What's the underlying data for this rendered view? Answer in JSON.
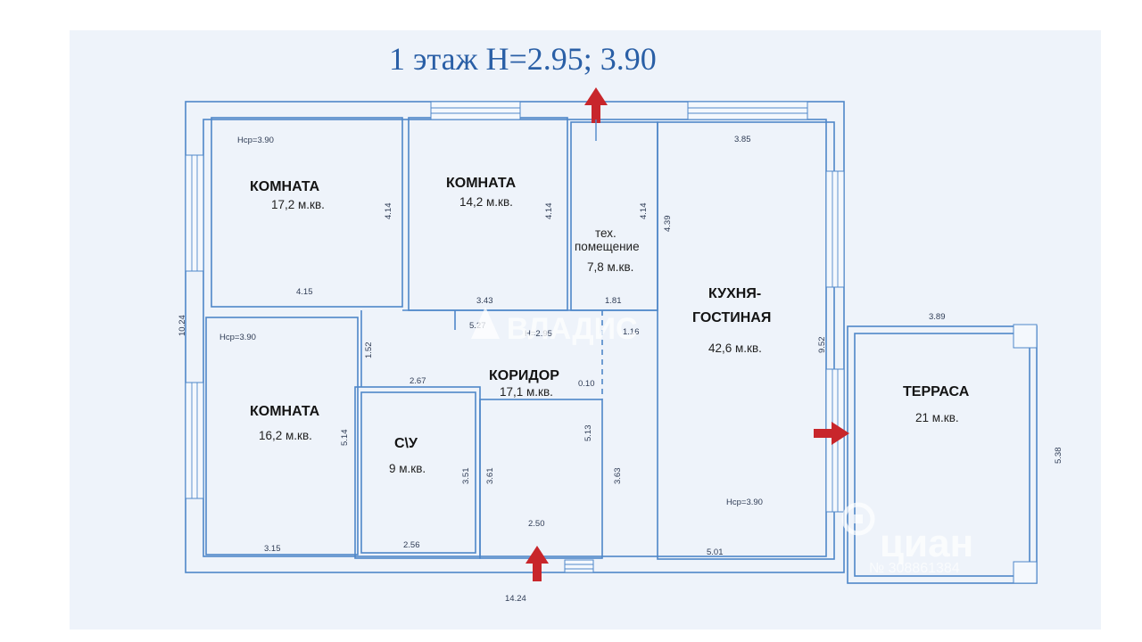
{
  "title": "1 этаж H=2.95; 3.90",
  "rooms": [
    {
      "name": "КОМНАТА",
      "area": "17,2 м.кв."
    },
    {
      "name": "КОМНАТА",
      "area": "14,2 м.кв."
    },
    {
      "name": "тех.",
      "name2": "помещение",
      "area": "7,8 м.кв."
    },
    {
      "name": "КУХНЯ-",
      "name2": "ГОСТИНАЯ",
      "area": "42,6 м.кв."
    },
    {
      "name": "КОМНАТА",
      "area": "16,2 м.кв."
    },
    {
      "name": "КОРИДОР",
      "area": "17,1 м.кв."
    },
    {
      "name": "С\\У",
      "area": "9 м.кв."
    },
    {
      "name": "ТЕРРАСА",
      "area": "21 м.кв."
    }
  ],
  "ceiling_labels": {
    "a": "Hср=3.90",
    "b": "Hср=3.90",
    "c": "Hср=3.90",
    "d": "H=2.95"
  },
  "dimensions": {
    "d1": "4.15",
    "d2": "4.14",
    "d3": "3.43",
    "d4": "4.14",
    "d5": "4.14",
    "d6": "1.81",
    "d7": "3.85",
    "d8": "4.39",
    "d9": "10.24",
    "d10": "1.52",
    "d11": "5.27",
    "d12": "1.16",
    "d13": "9.52",
    "d14": "3.89",
    "d15": "2.67",
    "d16": "0.10",
    "d17": "5.14",
    "d18": "3.51",
    "d19": "3.61",
    "d20": "5.13",
    "d21": "3.63",
    "d22": "5.38",
    "d23": "3.15",
    "d24": "2.56",
    "d25": "2.50",
    "d26": "5.01",
    "d27": "14.24"
  },
  "watermarks": {
    "vladis": "ВЛАДИС",
    "cian": "циан",
    "cian_id": "№ 308861384"
  },
  "colors": {
    "wall": "#4f87c9",
    "title": "#2a5fa6",
    "arrow": "#c8262b",
    "sheet": "#eef3fa"
  },
  "icons": [
    "entrance-arrow-icon",
    "vladis-logo-icon",
    "cian-logo-icon"
  ]
}
